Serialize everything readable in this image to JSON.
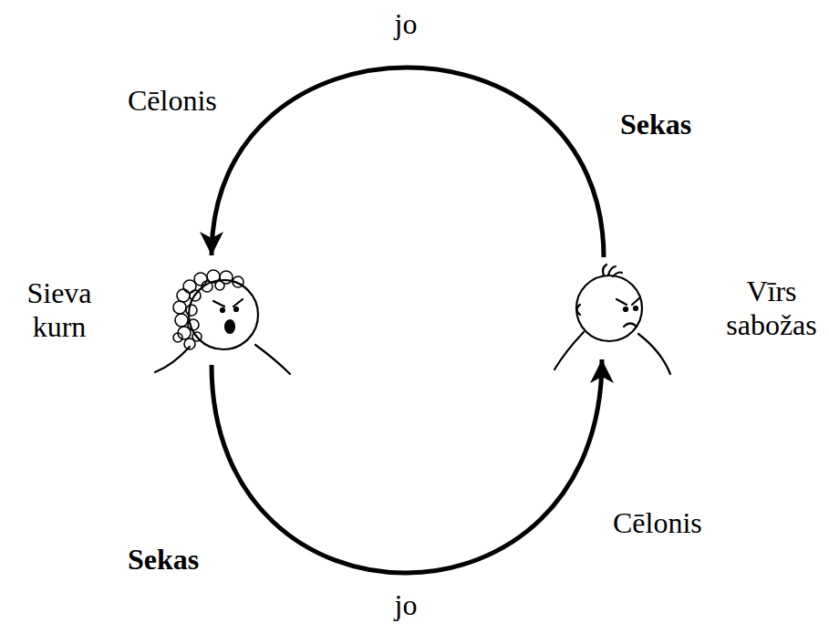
{
  "diagram": {
    "nodes": [
      {
        "text": [
          "Sieva kurn"
        ]
      },
      {
        "text": [
          "Vīrs sabožas"
        ]
      }
    ],
    "edges": [
      {
        "from": 1,
        "to": 0,
        "arrow": "to",
        "label": "jo"
      },
      {
        "from": 0,
        "to": 1,
        "arrow": "to",
        "label": "jo"
      }
    ],
    "labels": [
      "Cēlonis",
      "Sekas",
      "Cēlonis",
      "Sekas"
    ]
  }
}
